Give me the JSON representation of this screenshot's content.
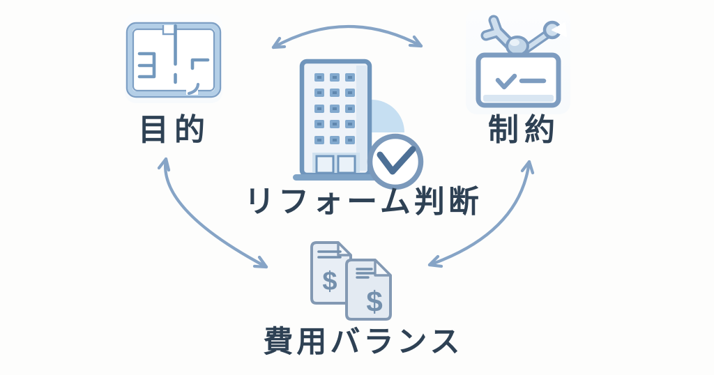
{
  "title": "リフォーム判断",
  "center": {
    "label": "リフォーム判断",
    "icon": "building-with-check-icon"
  },
  "nodes": {
    "purpose": {
      "label": "目的",
      "icon": "floor-plan-icon",
      "position": "top-left"
    },
    "constraints": {
      "label": "制約",
      "icon": "tools-checklist-icon",
      "position": "top-right"
    },
    "cost_balance": {
      "label": "費用バランス",
      "icon": "cost-documents-icon",
      "position": "bottom-center"
    }
  },
  "relations": [
    {
      "from": "目的",
      "to": "制約",
      "type": "bidirectional-arrow"
    },
    {
      "from": "目的",
      "to": "費用バランス",
      "type": "bidirectional-arrow"
    },
    {
      "from": "制約",
      "to": "費用バランス",
      "type": "bidirectional-arrow"
    }
  ],
  "icon_glyphs": {
    "documents_currency_symbol": "$"
  },
  "colors": {
    "text": "#2e4154",
    "arrow": "#86a4c6",
    "icon_outline": "#7d9cc0",
    "icon_fill_light": "#edf3f9",
    "window_blue": "#82a9ce",
    "accent_light_blue": "#c6dff2",
    "check_stroke": "#4d7096",
    "background": "#fdfdfc"
  }
}
